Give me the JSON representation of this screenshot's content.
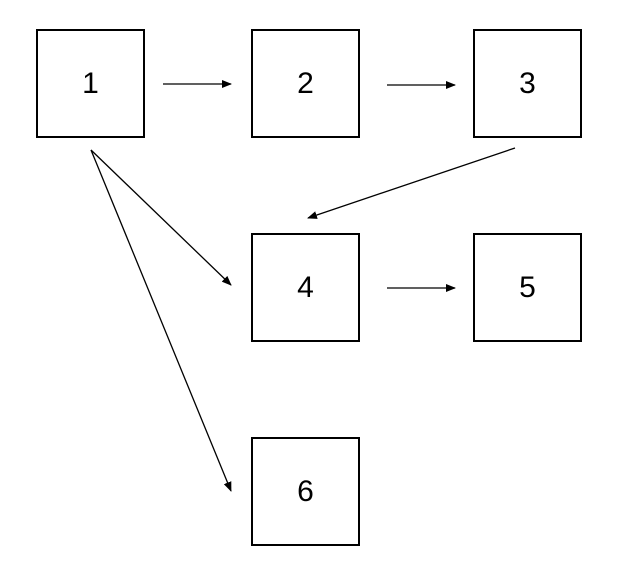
{
  "diagram": {
    "nodes": [
      {
        "id": "n1",
        "label": "1"
      },
      {
        "id": "n2",
        "label": "2"
      },
      {
        "id": "n3",
        "label": "3"
      },
      {
        "id": "n4",
        "label": "4"
      },
      {
        "id": "n5",
        "label": "5"
      },
      {
        "id": "n6",
        "label": "6"
      }
    ],
    "edges": [
      {
        "from": "1",
        "to": "2"
      },
      {
        "from": "2",
        "to": "3"
      },
      {
        "from": "3",
        "to": "4"
      },
      {
        "from": "1",
        "to": "4"
      },
      {
        "from": "1",
        "to": "6"
      },
      {
        "from": "4",
        "to": "5"
      }
    ],
    "colors": {
      "stroke": "#000000",
      "fill": "#ffffff",
      "text": "#000000"
    }
  }
}
